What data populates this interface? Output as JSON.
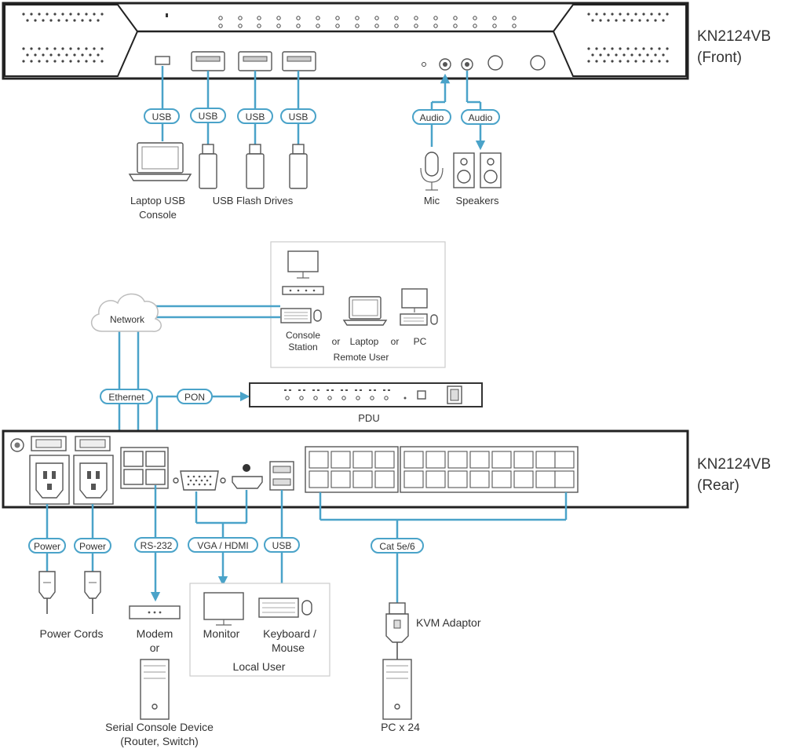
{
  "front": {
    "model": "KN2124VB",
    "side": "(Front)"
  },
  "rear": {
    "model": "KN2124VB",
    "side": "(Rear)"
  },
  "connections": {
    "usb": "USB",
    "audio": "Audio",
    "network": "Network",
    "ethernet": "Ethernet",
    "pon": "PON",
    "power": "Power",
    "rs232": "RS-232",
    "vga_hdmi": "VGA / HDMI",
    "cat": "Cat 5e/6"
  },
  "devices": {
    "laptop_usb_console_1": "Laptop USB",
    "laptop_usb_console_2": "Console",
    "usb_flash_drives": "USB Flash Drives",
    "mic": "Mic",
    "speakers": "Speakers",
    "pdu": "PDU",
    "power_cords": "Power Cords",
    "modem": "Modem",
    "or": "or",
    "serial_console_1": "Serial Console Device",
    "serial_console_2": "(Router, Switch)",
    "monitor": "Monitor",
    "keyboard_mouse_1": "Keyboard /",
    "keyboard_mouse_2": "Mouse",
    "local_user": "Local User",
    "kvm_adaptor": "KVM Adaptor",
    "pc_x24": "PC x 24"
  },
  "remote": {
    "console_station_1": "Console",
    "console_station_2": "Station",
    "or_1": "or",
    "laptop": "Laptop",
    "or_2": "or",
    "pc": "PC",
    "remote_user": "Remote User"
  },
  "colors": {
    "accent": "#4aa3c9",
    "outline": "#222222"
  }
}
